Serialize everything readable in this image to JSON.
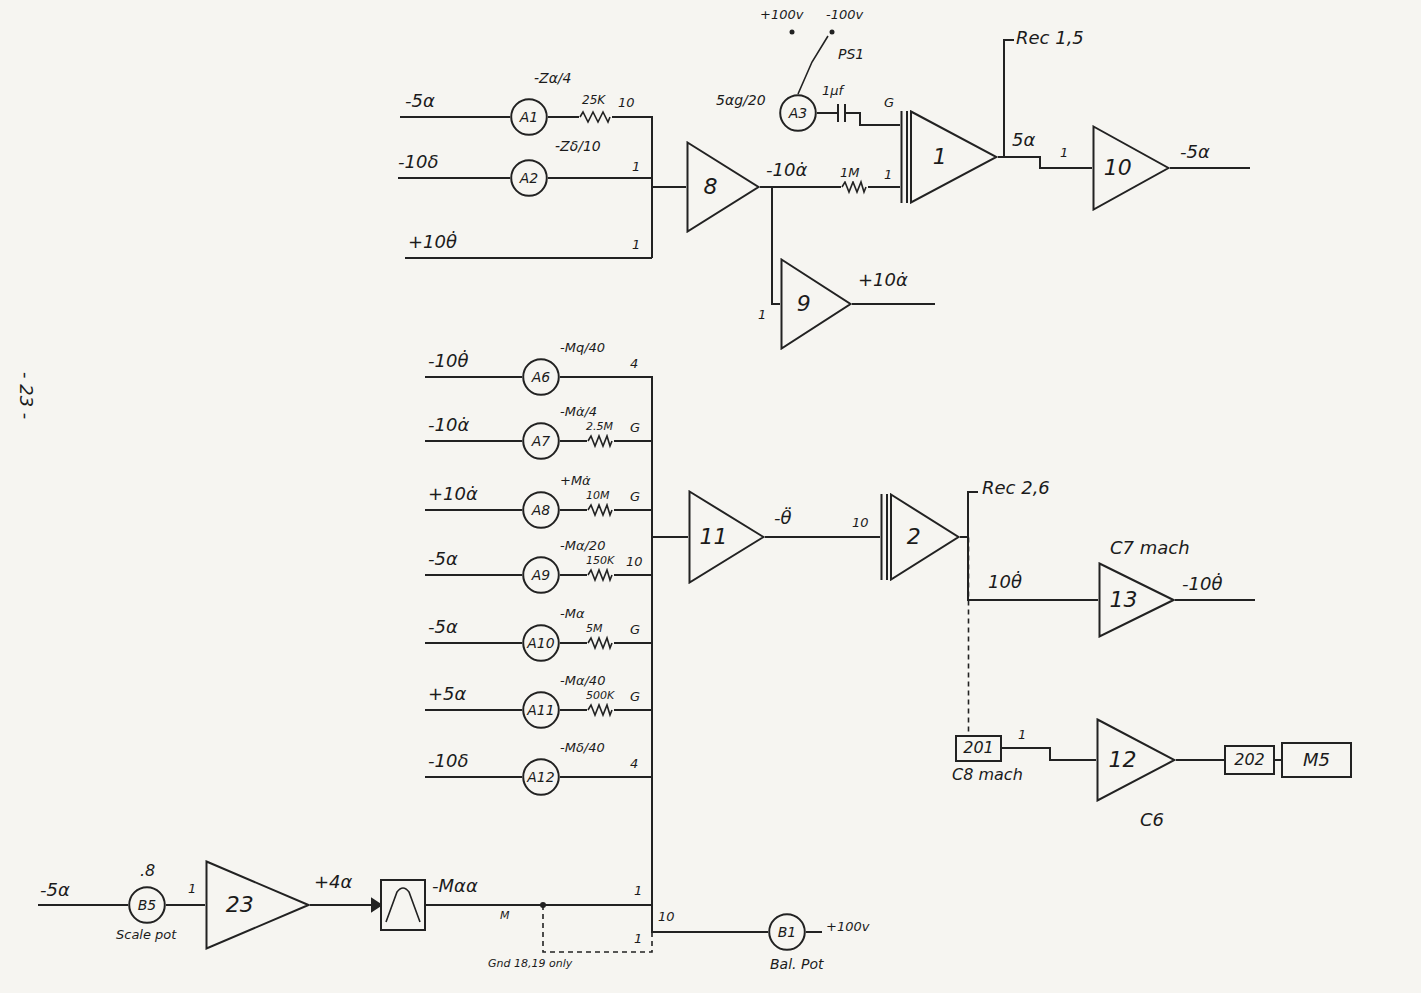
{
  "diagram": {
    "nodes": [
      {
        "text": [
          "A1"
        ]
      },
      {
        "text": [
          "A2"
        ]
      },
      {
        "text": [
          "A3"
        ]
      },
      {
        "text": [
          "8"
        ]
      },
      {
        "text": [
          "1"
        ]
      },
      {
        "text": [
          "10"
        ]
      },
      {
        "text": [
          "9"
        ]
      },
      {
        "text": [
          "A6"
        ]
      },
      {
        "text": [
          "A7"
        ]
      },
      {
        "text": [
          "A8"
        ]
      },
      {
        "text": [
          "A9"
        ]
      },
      {
        "text": [
          "A10"
        ]
      },
      {
        "text": [
          "A11"
        ]
      },
      {
        "text": [
          "A12"
        ]
      },
      {
        "text": [
          "11"
        ]
      },
      {
        "text": [
          "2"
        ]
      },
      {
        "text": [
          "13"
        ]
      },
      {
        "text": [
          "201"
        ]
      },
      {
        "text": [
          "12"
        ]
      },
      {
        "text": [
          "202"
        ]
      },
      {
        "text": [
          "M5"
        ]
      },
      {
        "text": [
          "B5"
        ]
      },
      {
        "text": [
          "23"
        ]
      },
      {
        "text": [
          "B1"
        ]
      }
    ],
    "edges": [
      {
        "from": 0,
        "to": 3,
        "arrow": "none"
      },
      {
        "from": 1,
        "to": 3,
        "arrow": "none"
      },
      {
        "from": 3,
        "to": 4,
        "arrow": "none"
      },
      {
        "from": 3,
        "to": 6,
        "arrow": "none"
      },
      {
        "from": 2,
        "to": 4,
        "arrow": "none"
      },
      {
        "from": 4,
        "to": 5,
        "arrow": "none"
      },
      {
        "from": 7,
        "to": 14,
        "arrow": "none"
      },
      {
        "from": 8,
        "to": 14,
        "arrow": "none"
      },
      {
        "from": 9,
        "to": 14,
        "arrow": "none"
      },
      {
        "from": 10,
        "to": 14,
        "arrow": "none"
      },
      {
        "from": 11,
        "to": 14,
        "arrow": "none"
      },
      {
        "from": 12,
        "to": 14,
        "arrow": "none"
      },
      {
        "from": 13,
        "to": 14,
        "arrow": "none"
      },
      {
        "from": 14,
        "to": 15,
        "arrow": "none"
      },
      {
        "from": 15,
        "to": 16,
        "arrow": "none"
      },
      {
        "from": 15,
        "to": 17,
        "arrow": "none"
      },
      {
        "from": 17,
        "to": 18,
        "arrow": "none"
      },
      {
        "from": 18,
        "to": 19,
        "arrow": "none"
      },
      {
        "from": 19,
        "to": 20,
        "arrow": "none"
      },
      {
        "from": 21,
        "to": 22,
        "arrow": "none"
      },
      {
        "from": 23,
        "to": 14,
        "arrow": "none"
      }
    ],
    "labels": [
      "-5α",
      "-Zα/4",
      "25K",
      "10",
      "-10δ",
      "-Zδ/10",
      "1",
      "+10θ̇",
      "1",
      "+100v",
      "-100v",
      "PS1",
      "5αg/20",
      "1μf",
      "G",
      "-10α̇",
      "1M",
      "1",
      "Rec 1,5",
      "5α",
      "1",
      "-5α",
      "1",
      "+10α̇",
      "-10θ̇",
      "-Mq/40",
      "4",
      "-10α̇",
      "-Mα̇/4",
      "2.5M",
      "G",
      "+10α̇",
      "+Mα̇",
      "10M",
      "G",
      "-5α",
      "-Mα/20",
      "150K",
      "10",
      "-5α",
      "-Mα",
      "5M",
      "G",
      "+5α",
      "-Mα/40",
      "500K",
      "G",
      "-10δ",
      "-Mδ/40",
      "4",
      "-θ̈",
      "10",
      "Rec 2,6",
      "10θ̇",
      "C7 mach",
      "-10θ̇",
      "C8 mach",
      "1",
      "C6",
      "-5α",
      ".8",
      "Scale pot",
      "1",
      "+4α",
      "-Mαα",
      "M",
      "1",
      "1",
      "Gnd 18,19 only",
      "10",
      "+100v",
      "Bal. Pot",
      "- 23 -"
    ]
  }
}
